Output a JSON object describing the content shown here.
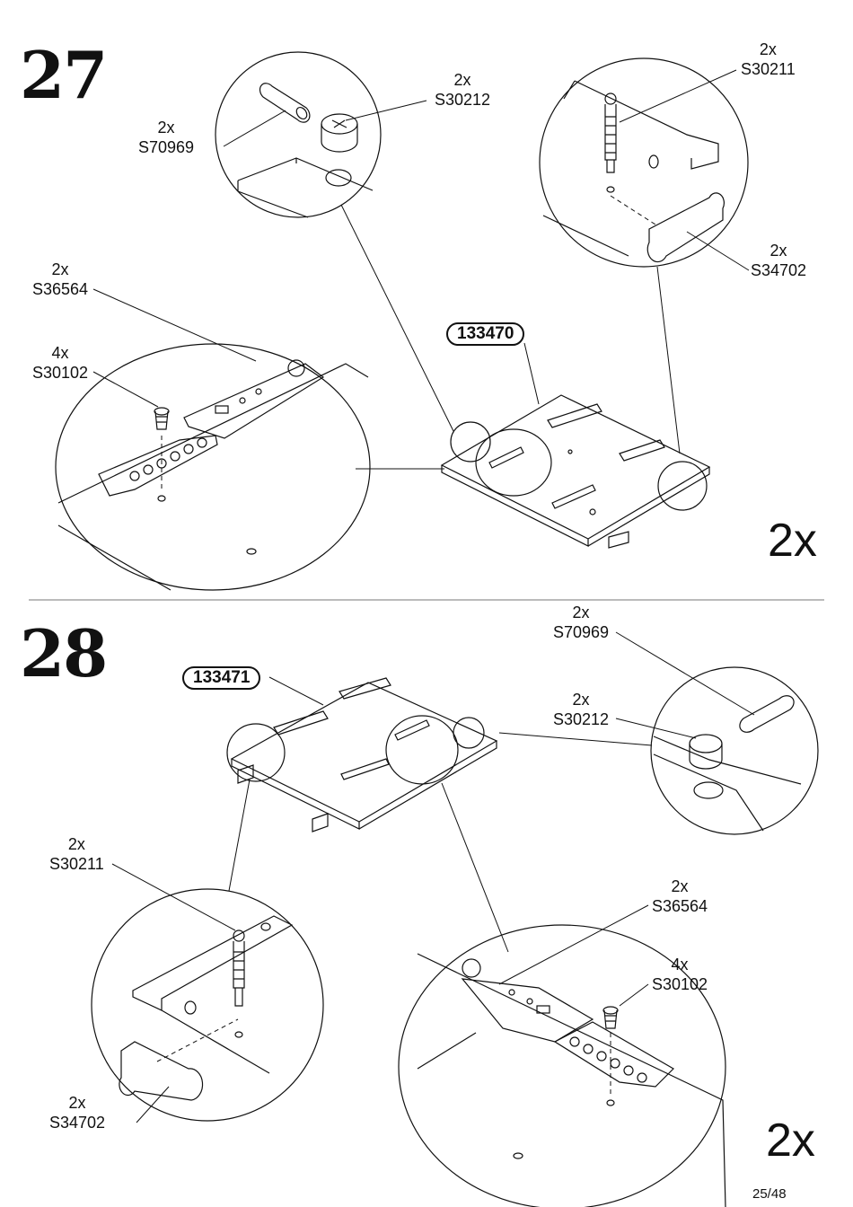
{
  "steps": [
    {
      "number": "27",
      "multiplier": "2x",
      "part_badge": "133470",
      "callouts": [
        {
          "qty": "2x",
          "code": "S30212"
        },
        {
          "qty": "2x",
          "code": "S70969"
        },
        {
          "qty": "2x",
          "code": "S30211"
        },
        {
          "qty": "2x",
          "code": "S34702"
        },
        {
          "qty": "2x",
          "code": "S36564"
        },
        {
          "qty": "4x",
          "code": "S30102"
        }
      ]
    },
    {
      "number": "28",
      "multiplier": "2x",
      "part_badge": "133471",
      "callouts": [
        {
          "qty": "2x",
          "code": "S70969"
        },
        {
          "qty": "2x",
          "code": "S30212"
        },
        {
          "qty": "2x",
          "code": "S30211"
        },
        {
          "qty": "2x",
          "code": "S36564"
        },
        {
          "qty": "4x",
          "code": "S30102"
        },
        {
          "qty": "2x",
          "code": "S34702"
        }
      ]
    }
  ],
  "page": {
    "number": "25/48"
  },
  "icons": [
    "wood-dowel-icon",
    "cam-lock-icon",
    "cam-bolt-icon",
    "drawer-slide-icon",
    "screw-icon",
    "plastic-cap-icon",
    "panel-icon"
  ]
}
